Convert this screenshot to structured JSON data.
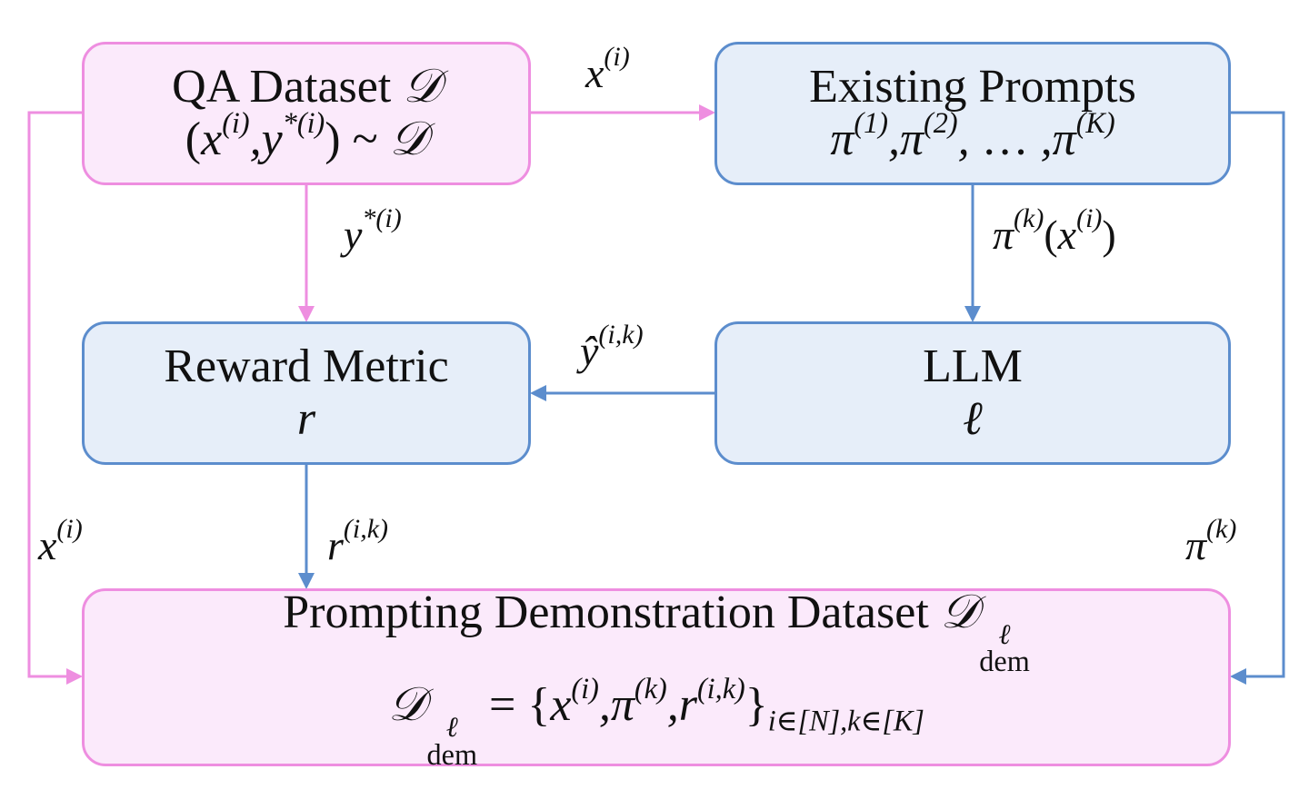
{
  "boxes": {
    "qa": {
      "title": "QA Dataset",
      "symbol": "𝒟",
      "pair_x": "x",
      "pair_y": "y",
      "pair_sup_x": "(i)",
      "pair_sup_y": "*(i)",
      "sim": "~",
      "dataset": "𝒟"
    },
    "existing": {
      "title": "Existing Prompts",
      "pi": "π",
      "sup1": "(1)",
      "sup2": "(2)",
      "ellipsis": "…",
      "supK": "(K)"
    },
    "reward": {
      "title": "Reward Metric",
      "symbol": "r"
    },
    "llm": {
      "title": "LLM",
      "symbol": "ℓ"
    },
    "demo": {
      "title": "Prompting Demonstration Dataset",
      "symbol": "𝒟",
      "sup": "ℓ",
      "sub": "dem",
      "eq": "=",
      "set_x": "x",
      "set_x_sup": "(i)",
      "set_pi": "π",
      "set_pi_sup": "(k)",
      "set_r": "r",
      "set_r_sup": "(i,k)",
      "index": "i∈[N],k∈[K]"
    }
  },
  "edges": {
    "qa_to_existing": {
      "base": "x",
      "sup": "(i)"
    },
    "qa_to_reward": {
      "base": "y",
      "sup": "*(i)"
    },
    "existing_to_llm": {
      "base": "π",
      "sup": "(k)",
      "arg": "x",
      "arg_sup": "(i)"
    },
    "llm_to_reward": {
      "base": "ŷ",
      "sup": "(i,k)"
    },
    "reward_to_demo": {
      "base": "r",
      "sup": "(i,k)"
    },
    "qa_to_demo": {
      "base": "x",
      "sup": "(i)"
    },
    "existing_to_demo": {
      "base": "π",
      "sup": "(k)"
    }
  },
  "colors": {
    "pink_fill": "#fbeafb",
    "pink_stroke": "#ee8ee0",
    "blue_fill": "#e6eef9",
    "blue_stroke": "#5c8dcd"
  }
}
